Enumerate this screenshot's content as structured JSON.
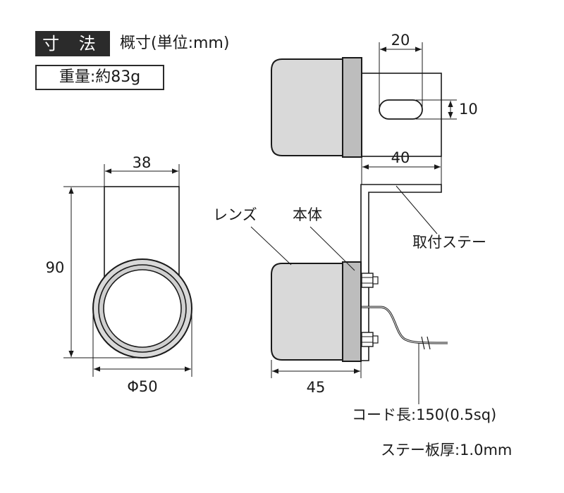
{
  "header": {
    "section_title": "寸 法",
    "units_note": "概寸(単位:mm)",
    "weight": "重量:約83g"
  },
  "front_view": {
    "width_dim": "38",
    "height_dim": "90",
    "diameter_dim": "Φ50"
  },
  "side_view": {
    "slot_width_dim": "20",
    "slot_height_dim": "10",
    "stay_length_dim": "40",
    "body_length_dim": "45",
    "lens_label": "レンズ",
    "body_label": "本体",
    "stay_label": "取付ステー"
  },
  "notes": {
    "cord_length": "コード長:150(0.5sq)",
    "stay_thickness": "ステー板厚:1.0mm"
  },
  "colors": {
    "ink": "#1a1a1a",
    "lamp_fill": "#d9d9d9",
    "lamp_dark": "#bdbdbd",
    "badge": "#2b2b2b"
  }
}
